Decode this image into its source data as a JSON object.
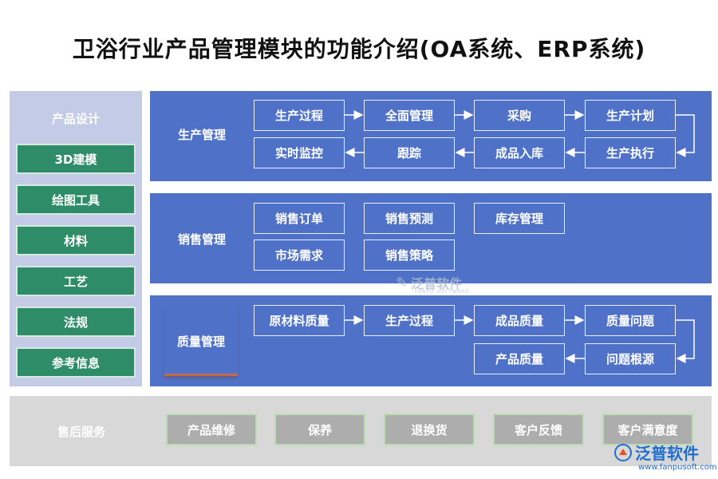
{
  "title": "卫浴行业产品管理模块的功能介绍(OA系统、ERP系统)",
  "design": {
    "heading": "产品设计",
    "items": [
      "3D建模",
      "绘图工具",
      "材料",
      "工艺",
      "法规",
      "参考信息"
    ]
  },
  "production": {
    "label": "生产管理",
    "row1": [
      "生产过程",
      "全面管理",
      "采购",
      "生产计划"
    ],
    "row2": [
      "实时监控",
      "跟踪",
      "成品入库",
      "生产执行"
    ]
  },
  "sales": {
    "label": "销售管理",
    "row1": [
      "销售订单",
      "销售预测",
      "库存管理"
    ],
    "row2": [
      "市场需求",
      "销售策略"
    ]
  },
  "quality": {
    "label": "质量管理",
    "row1": [
      "原材料质量",
      "生产过程",
      "成品质量",
      "质量问题"
    ],
    "row2": [
      "产品质量",
      "问题根源"
    ]
  },
  "after_sales": {
    "label": "售后服务",
    "items": [
      "产品维修",
      "保养",
      "退换货",
      "客户反馈",
      "客户满意度"
    ]
  },
  "watermark": {
    "text": "泛普软件",
    "sub": "FANPU SOFTWARE"
  },
  "logo": {
    "text": "泛普软件",
    "url": "www.fanpusoft.com"
  },
  "colors": {
    "module_blue": "#4f72c8",
    "design_green": "#2e8c68",
    "panel_lavender": "#c3cbe6",
    "after_grey": "#d8d8d8"
  }
}
